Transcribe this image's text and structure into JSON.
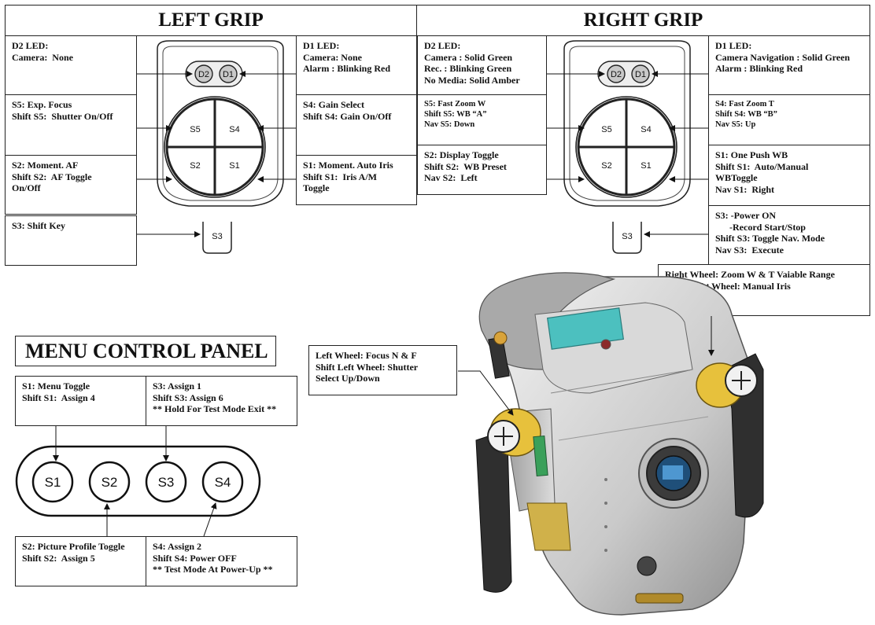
{
  "headers": {
    "left": "LEFT GRIP",
    "right": "RIGHT GRIP"
  },
  "left_grip": {
    "d2_led": [
      "D2 LED:",
      "Camera:  None"
    ],
    "s5": [
      "S5: Exp. Focus",
      "Shift S5:  Shutter On/Off"
    ],
    "s2": [
      "S2: Moment. AF",
      "Shift S2:  AF Toggle",
      "On/Off"
    ],
    "s3": [
      "S3: Shift Key"
    ],
    "d1_led": [
      "D1 LED:",
      "Camera: None",
      "Alarm : Blinking Red"
    ],
    "s4": [
      "S4: Gain Select",
      "Shift S4: Gain On/Off"
    ],
    "s1": [
      "S1: Moment. Auto Iris",
      "Shift S1:  Iris A/M",
      "Toggle"
    ]
  },
  "right_grip": {
    "d2_led": [
      "D2 LED:",
      "Camera : Solid Green",
      "Rec. : Blinking Green",
      "No Media: Solid Amber"
    ],
    "s5": [
      "S5: Fast Zoom W",
      "Shift S5: WB “A”",
      "Nav S5: Down"
    ],
    "s2": [
      "S2: Display Toggle",
      "Shift S2:  WB Preset",
      "Nav S2:  Left"
    ],
    "d1_led": [
      "D1 LED:",
      "Camera Navigation : Solid Green",
      "Alarm : Blinking Red"
    ],
    "s4": [
      "S4: Fast Zoom T",
      "Shift S4: WB “B”",
      "Nav S5: Up"
    ],
    "s1": [
      "S1: One Push WB",
      "Shift S1:  Auto/Manual",
      "WBToggle",
      "Nav S1:  Right"
    ],
    "s3": [
      "S3: -Power ON",
      "      -Record Start/Stop",
      "Shift S3: Toggle Nav. Mode",
      "Nav S3:  Execute"
    ],
    "wheel": [
      "Right Wheel: Zoom W & T Vaiable Range",
      "Shift Right Wheel: Manual Iris"
    ]
  },
  "left_wheel": [
    "Left Wheel: Focus N & F",
    "Shift Left Wheel: Shutter",
    "Select Up/Down"
  ],
  "menu_panel": {
    "title": "MENU CONTROL PANEL",
    "s1": [
      "S1: Menu Toggle",
      "Shift S1:  Assign 4"
    ],
    "s3": [
      "S3: Assign 1",
      "Shift S3: Assign 6",
      "** Hold For Test Mode Exit **"
    ],
    "s2": [
      "S2: Picture Profile Toggle",
      "Shift S2:  Assign 5"
    ],
    "s4": [
      "S4: Assign 2",
      "Shift S4: Power OFF",
      "** Test Mode At Power-Up **"
    ],
    "buttons": [
      "S1",
      "S2",
      "S3",
      "S4"
    ]
  },
  "grip_buttons": {
    "d2": "D2",
    "d1": "D1",
    "s5": "S5",
    "s4": "S4",
    "s2": "S2",
    "s1": "S1",
    "s3": "S3"
  }
}
